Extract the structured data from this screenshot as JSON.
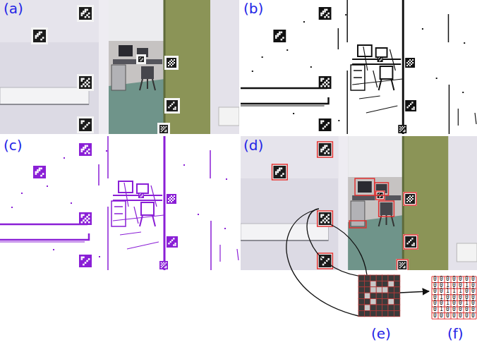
{
  "diagram": {
    "labels": [
      "(a)",
      "(b)",
      "(c)",
      "(d)",
      "0",
      "0",
      "0",
      "0",
      "0",
      "0",
      "0",
      "0",
      "0",
      "1",
      "0",
      "0",
      "1",
      "0",
      "0",
      "0",
      "1",
      "1",
      "1",
      "0",
      "0",
      "0",
      "1",
      "0",
      "0",
      "0",
      "0",
      "0",
      "0",
      "0",
      "1",
      "0",
      "0",
      "1",
      "0",
      "0",
      "1",
      "0",
      "0",
      "0",
      "0",
      "0",
      "0",
      "0",
      "0",
      "0",
      "0",
      "0",
      "0",
      "(e)",
      "(f)"
    ]
  }
}
